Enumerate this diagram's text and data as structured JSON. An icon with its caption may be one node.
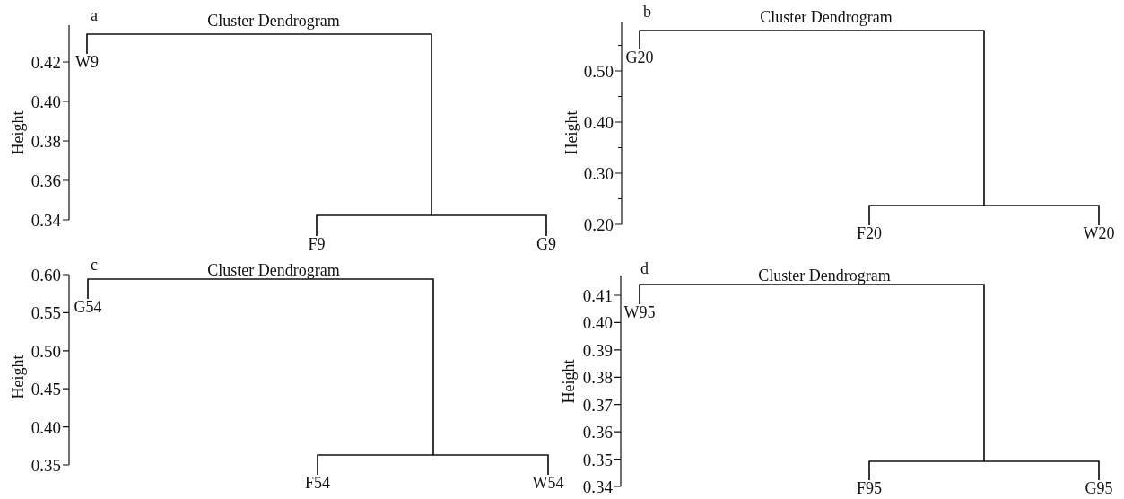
{
  "diagram": {
    "nodes": [
      {
        "text": [
          "W9"
        ]
      },
      {
        "text": [
          "F9"
        ]
      },
      {
        "text": [
          "G9"
        ]
      },
      {
        "text": [
          "G20"
        ]
      },
      {
        "text": [
          "F20"
        ]
      },
      {
        "text": [
          "W20"
        ]
      },
      {
        "text": [
          "G54"
        ]
      },
      {
        "text": [
          "F54"
        ]
      },
      {
        "text": [
          "W54"
        ]
      },
      {
        "text": [
          "W95"
        ]
      },
      {
        "text": [
          "F95"
        ]
      },
      {
        "text": [
          "G95"
        ]
      }
    ],
    "edges": [
      {
        "from": 0,
        "to": 1,
        "arrow": "none"
      },
      {
        "from": 0,
        "to": 2,
        "arrow": "none"
      },
      {
        "from": 1,
        "to": 2,
        "arrow": "none"
      },
      {
        "from": 3,
        "to": 4,
        "arrow": "none"
      },
      {
        "from": 3,
        "to": 5,
        "arrow": "none"
      },
      {
        "from": 4,
        "to": 5,
        "arrow": "none"
      },
      {
        "from": 6,
        "to": 7,
        "arrow": "none"
      },
      {
        "from": 6,
        "to": 8,
        "arrow": "none"
      },
      {
        "from": 7,
        "to": 8,
        "arrow": "none"
      },
      {
        "from": 9,
        "to": 10,
        "arrow": "none"
      },
      {
        "from": 9,
        "to": 11,
        "arrow": "none"
      },
      {
        "from": 10,
        "to": 11,
        "arrow": "none"
      }
    ],
    "labels": [
      "a",
      "Cluster Dendrogram",
      "Height",
      "0.42",
      "0.40",
      "0.38",
      "0.36",
      "0.34",
      "b",
      "Cluster Dendrogram",
      "Height",
      "0.50",
      "0.40",
      "0.30",
      "0.20",
      "c",
      "Cluster Dendrogram",
      "Height",
      "0.60",
      "0.55",
      "0.50",
      "0.45",
      "0.40",
      "0.35",
      "d",
      "Cluster Dendrogram",
      "Height",
      "0.41",
      "0.40",
      "0.39",
      "0.38",
      "0.37",
      "0.36",
      "0.35",
      "0.34"
    ]
  }
}
